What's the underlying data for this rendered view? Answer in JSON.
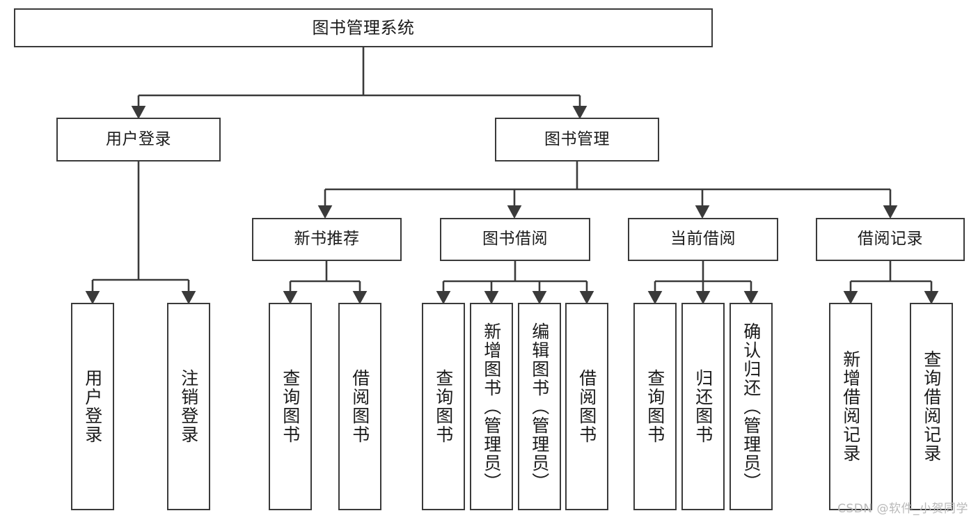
{
  "diagram": {
    "title": "图书管理系统",
    "type": "tree-hierarchy",
    "orientation": "top-down",
    "line_color": "#3a3a3a",
    "box_fill": "#ffffff",
    "text_color": "#1a1a1a"
  },
  "nodes": {
    "root": {
      "label": "图书管理系统"
    },
    "level2": [
      {
        "label": "用户登录"
      },
      {
        "label": "图书管理"
      }
    ],
    "level3": [
      {
        "label": "新书推荐"
      },
      {
        "label": "图书借阅"
      },
      {
        "label": "当前借阅"
      },
      {
        "label": "借阅记录"
      }
    ],
    "leaves": {
      "user_login": [
        {
          "label": "用户登录"
        },
        {
          "label": "注销登录"
        }
      ],
      "new_book_recommend": [
        {
          "label": "查询图书"
        },
        {
          "label": "借阅图书"
        }
      ],
      "book_borrow": [
        {
          "label": "查询图书"
        },
        {
          "label": "新增图书（管理员）"
        },
        {
          "label": "编辑图书（管理员）"
        },
        {
          "label": "借阅图书"
        }
      ],
      "current_borrow": [
        {
          "label": "查询图书"
        },
        {
          "label": "归还图书"
        },
        {
          "label": "确认归还（管理员）"
        }
      ],
      "borrow_record": [
        {
          "label": "新增借阅记录"
        },
        {
          "label": "查询借阅记录"
        }
      ]
    }
  },
  "watermark": {
    "text": "CSDN @软件_小贺同学"
  }
}
